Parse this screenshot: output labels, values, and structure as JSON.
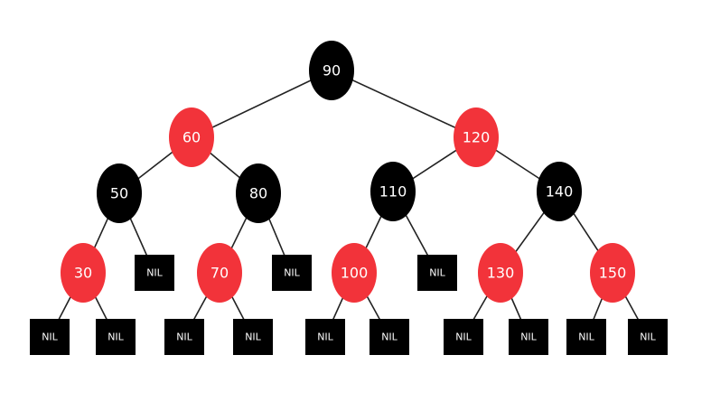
{
  "colors": {
    "black": "#000000",
    "red": "#f2333a",
    "edge": "#222222",
    "background": "#ffffff"
  },
  "tree": {
    "nodes": [
      {
        "id": "n90",
        "label": "90",
        "color": "black",
        "parent": null
      },
      {
        "id": "n60",
        "label": "60",
        "color": "red",
        "parent": "n90"
      },
      {
        "id": "n120",
        "label": "120",
        "color": "red",
        "parent": "n90"
      },
      {
        "id": "n50",
        "label": "50",
        "color": "black",
        "parent": "n60"
      },
      {
        "id": "n80",
        "label": "80",
        "color": "black",
        "parent": "n60"
      },
      {
        "id": "n110",
        "label": "110",
        "color": "black",
        "parent": "n120"
      },
      {
        "id": "n140",
        "label": "140",
        "color": "black",
        "parent": "n120"
      },
      {
        "id": "n30",
        "label": "30",
        "color": "red",
        "parent": "n50"
      },
      {
        "id": "nil1",
        "label": "NIL",
        "color": "black",
        "parent": "n50",
        "leaf": true
      },
      {
        "id": "n70",
        "label": "70",
        "color": "red",
        "parent": "n80"
      },
      {
        "id": "nil2",
        "label": "NIL",
        "color": "black",
        "parent": "n80",
        "leaf": true
      },
      {
        "id": "n100",
        "label": "100",
        "color": "red",
        "parent": "n110"
      },
      {
        "id": "nil3",
        "label": "NIL",
        "color": "black",
        "parent": "n110",
        "leaf": true
      },
      {
        "id": "n130",
        "label": "130",
        "color": "red",
        "parent": "n140"
      },
      {
        "id": "n150",
        "label": "150",
        "color": "red",
        "parent": "n140"
      },
      {
        "id": "nil4",
        "label": "NIL",
        "color": "black",
        "parent": "n30",
        "leaf": true
      },
      {
        "id": "nil5",
        "label": "NIL",
        "color": "black",
        "parent": "n30",
        "leaf": true
      },
      {
        "id": "nil6",
        "label": "NIL",
        "color": "black",
        "parent": "n70",
        "leaf": true
      },
      {
        "id": "nil7",
        "label": "NIL",
        "color": "black",
        "parent": "n70",
        "leaf": true
      },
      {
        "id": "nil8",
        "label": "NIL",
        "color": "black",
        "parent": "n100",
        "leaf": true
      },
      {
        "id": "nil9",
        "label": "NIL",
        "color": "black",
        "parent": "n100",
        "leaf": true
      },
      {
        "id": "nil10",
        "label": "NIL",
        "color": "black",
        "parent": "n130",
        "leaf": true
      },
      {
        "id": "nil11",
        "label": "NIL",
        "color": "black",
        "parent": "n130",
        "leaf": true
      },
      {
        "id": "nil12",
        "label": "NIL",
        "color": "black",
        "parent": "n150",
        "leaf": true
      },
      {
        "id": "nil13",
        "label": "NIL",
        "color": "black",
        "parent": "n150",
        "leaf": true
      }
    ]
  }
}
